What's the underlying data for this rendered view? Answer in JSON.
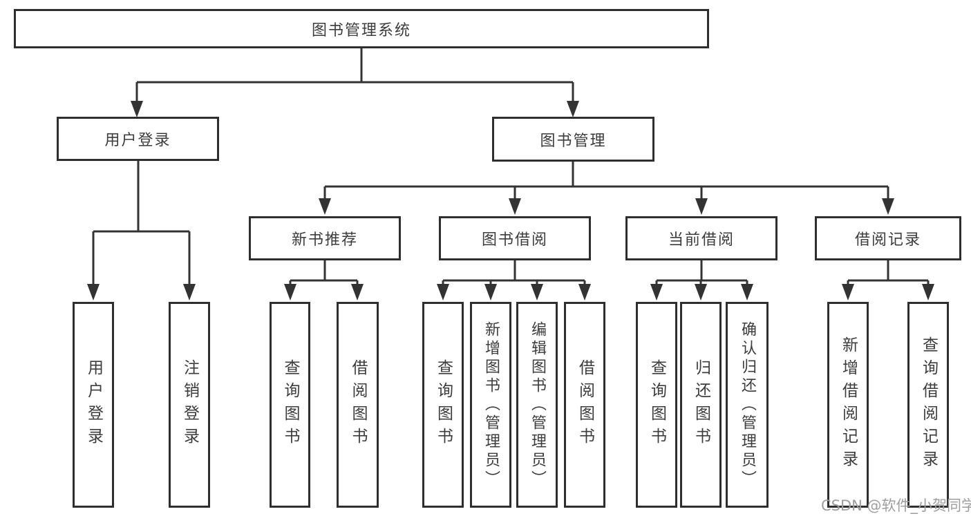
{
  "diagram_title": "图书管理系统",
  "tree": {
    "root": {
      "label": "图书管理系统",
      "children": [
        {
          "label": "用户登录",
          "children": [
            {
              "label": "用户登录"
            },
            {
              "label": "注销登录"
            }
          ]
        },
        {
          "label": "图书管理",
          "children": [
            {
              "label": "新书推荐",
              "children": [
                {
                  "label": "查询图书"
                },
                {
                  "label": "借阅图书"
                }
              ]
            },
            {
              "label": "图书借阅",
              "children": [
                {
                  "label": "查询图书"
                },
                {
                  "label": "新增图书（管理员）"
                },
                {
                  "label": "编辑图书（管理员）"
                },
                {
                  "label": "借阅图书"
                }
              ]
            },
            {
              "label": "当前借阅",
              "children": [
                {
                  "label": "查询图书"
                },
                {
                  "label": "归还图书"
                },
                {
                  "label": "确认归还（管理员）"
                }
              ]
            },
            {
              "label": "借阅记录",
              "children": [
                {
                  "label": "新增借阅记录"
                },
                {
                  "label": "查询借阅记录"
                }
              ]
            }
          ]
        }
      ]
    }
  },
  "watermark": {
    "text": "CSDN @软件_小贺同学"
  },
  "colors": {
    "line": "#333333",
    "box_border": "#2e2e2e",
    "text": "#3c3c3c",
    "watermark": "#9e9e9e",
    "background": "#ffffff"
  }
}
